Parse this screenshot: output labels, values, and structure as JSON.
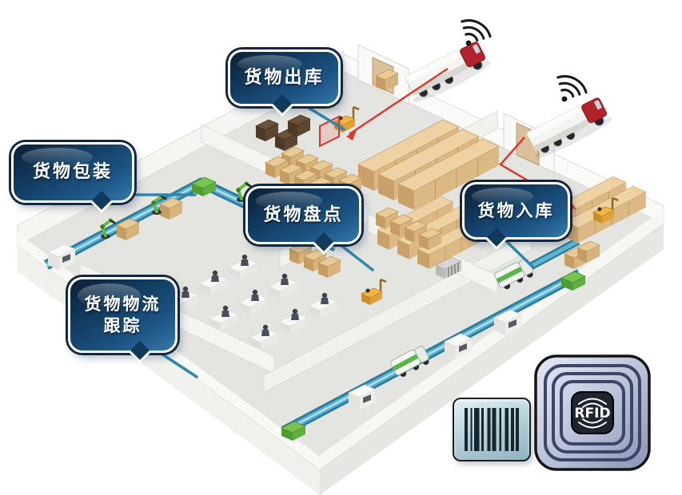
{
  "callouts": {
    "outbound": {
      "label": "货物出库"
    },
    "packaging": {
      "label": "货物包装"
    },
    "inventory": {
      "label": "货物盘点"
    },
    "inbound": {
      "label": "货物入库"
    },
    "tracking": {
      "line1": "货物物流",
      "line2": "跟踪"
    }
  },
  "tags": {
    "rfid": {
      "label": "RFID"
    }
  },
  "colors": {
    "callout_dark": "#0c1f33",
    "callout_mid": "#123a5e",
    "callout_light": "#3579ab",
    "laser_red": "#d93a2e",
    "conveyor_teal": "#3d93b5",
    "robot_green": "#6abc45",
    "pallet_tan": "#dfc08c",
    "forklift_orange": "#e8a83e",
    "truck_red": "#b2242c",
    "floor_gray": "#e4e4e1"
  }
}
